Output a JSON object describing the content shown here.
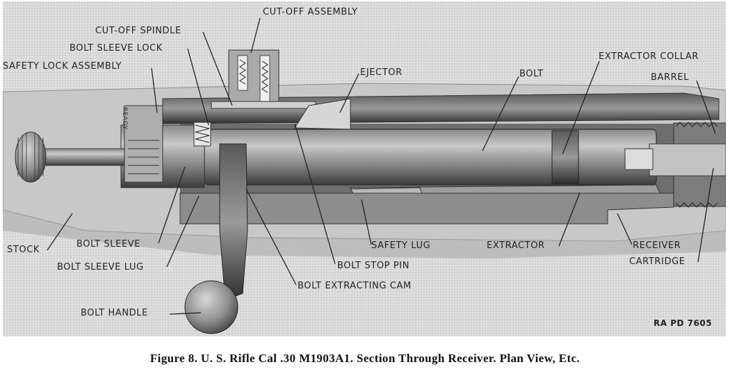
{
  "labels": {
    "cutoff_assembly": "CUT-OFF ASSEMBLY",
    "cutoff_spindle": "CUT-OFF SPINDLE",
    "bolt_sleeve_lock": "BOLT SLEEVE LOCK",
    "safety_lock_assembly": "SAFETY LOCK ASSEMBLY",
    "ejector": "EJECTOR",
    "bolt": "BOLT",
    "extractor_collar": "EXTRACTOR COLLAR",
    "barrel": "BARREL",
    "stock": "STOCK",
    "bolt_sleeve": "BOLT SLEEVE",
    "bolt_sleeve_lug": "BOLT SLEEVE LUG",
    "safety_lug": "SAFETY LUG",
    "extractor": "EXTRACTOR",
    "receiver": "RECEIVER",
    "cartridge": "CARTRIDGE",
    "bolt_stop_pin": "BOLT STOP PIN",
    "bolt_extracting_cam": "BOLT EXTRACTING CAM",
    "bolt_handle": "BOLT HANDLE",
    "ready": "READY"
  },
  "ref_code": "RA PD 7605",
  "caption": "Figure 8.  U. S. Rifle Cal .30 M1903A1.  Section Through Receiver.  Plan View, Etc."
}
